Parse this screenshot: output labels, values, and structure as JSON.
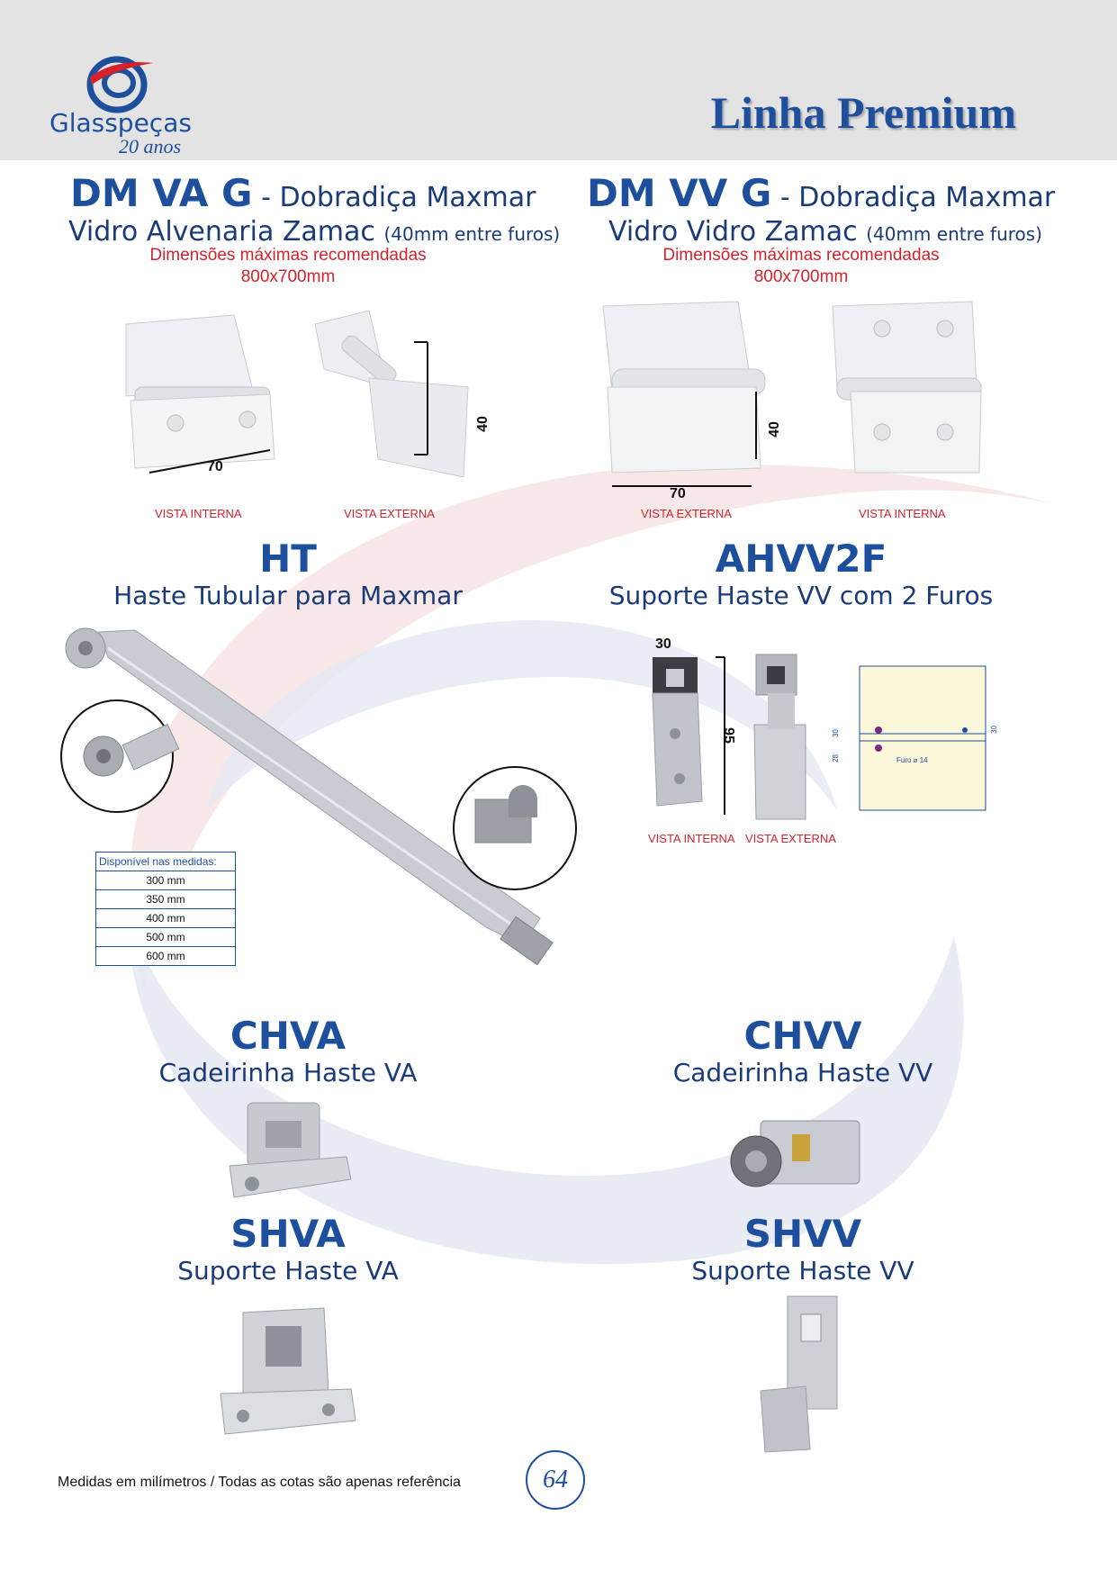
{
  "header": {
    "brand": "Glasspeças",
    "brand_sub": "20 anos",
    "title": "Linha Premium"
  },
  "products": {
    "dmvag": {
      "code": "DM VA G",
      "desc": " - Dobradiça Maxmar",
      "line2": "Vidro Alvenaria Zamac ",
      "line2_small": "(40mm entre furos)",
      "note": "Dimensões máximas recomendadas",
      "size": "800x700mm",
      "view_left": "VISTA INTERNA",
      "view_right": "VISTA EXTERNA",
      "dim_w": "70",
      "dim_h": "40"
    },
    "dmvvg": {
      "code": "DM VV G",
      "desc": " - Dobradiça Maxmar",
      "line2": "Vidro Vidro Zamac ",
      "line2_small": "(40mm entre furos)",
      "note": "Dimensões máximas recomendadas",
      "size": "800x700mm",
      "view_left": "VISTA EXTERNA",
      "view_right": "VISTA INTERNA",
      "dim_w": "70",
      "dim_h": "40"
    },
    "ht": {
      "code": "HT",
      "desc": "Haste Tubular para Maxmar",
      "available_title": "Disponível nas medidas:",
      "sizes": [
        "300 mm",
        "350 mm",
        "400 mm",
        "500 mm",
        "600 mm"
      ]
    },
    "ahvv2f": {
      "code": "AHVV2F",
      "desc": "Suporte Haste VV com 2 Furos",
      "dim_w": "30",
      "dim_h": "95",
      "view_left": "VISTA INTERNA",
      "view_right": "VISTA EXTERNA",
      "draw_dim1": "30",
      "draw_dim2": "28",
      "draw_dim3": "30",
      "furo": "Furo ⌀ 14"
    },
    "chva": {
      "code": "CHVA",
      "desc": "Cadeirinha Haste VA"
    },
    "chvv": {
      "code": "CHVV",
      "desc": "Cadeirinha Haste VV"
    },
    "shva": {
      "code": "SHVA",
      "desc": "Suporte Haste VA"
    },
    "shvv": {
      "code": "SHVV",
      "desc": "Suporte Haste VV"
    }
  },
  "footer": {
    "note": "Medidas em milímetros / Todas as cotas são apenas referência",
    "page": "64"
  },
  "colors": {
    "brand_blue": "#1d4f9c",
    "accent_red": "#d4222b"
  }
}
